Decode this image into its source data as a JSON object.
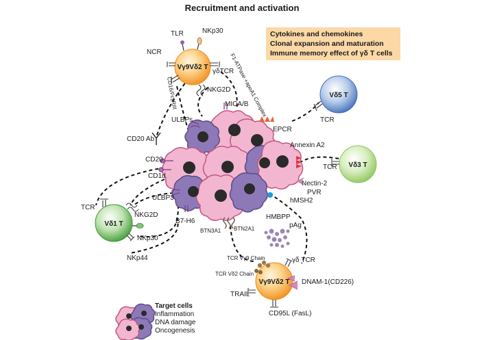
{
  "title": "Recruitment and activation",
  "infobox": {
    "lines": [
      "Cytokines and chemokines",
      "Clonal expansion and maturation",
      "Immune memory effect of γδ T cells"
    ],
    "color": "#fbd8a6"
  },
  "cells": {
    "vg9vd2_top": "Vγ9Vδ2 T",
    "vd5": "Vδ5 T",
    "vd3": "Vδ3 T",
    "vd1": "Vδ1 T",
    "vg9vd2_bottom": "Vγ9Vδ2 T"
  },
  "labels": {
    "tlr": "TLR",
    "nkp30_top": "NKp30",
    "ncr": "NCR",
    "gd_tcr_top": "γδTCR",
    "f1_atpase": "F1-ATPase +apoA1 Complex",
    "cd16": "CD16/FcγRIII",
    "nkg2d_top": "NKG2D",
    "mica_b": "MICA/B",
    "ulbps": "ULBPs",
    "epcr": "EPCR",
    "tcr_vd5": "TCR",
    "cd20_ab": "CD20 Ab",
    "annexin_a2": "Annexin A2",
    "tcr_vd3": "TCR",
    "cd20": "CD20",
    "cd1d": "CD1d",
    "nectin2": "Nectin-2",
    "pvr": "PVR",
    "hmsh2": "hMSH2",
    "tcr_vd1": "TCR",
    "ulbp3": "ULBP3",
    "nkg2d_vd1": "NKG2D",
    "b7h6": "B7-H6",
    "nkp30_vd1": "NKp30",
    "nkp44": "NKp44",
    "btn3a1": "BTN3A1",
    "btn2a1": "BTN2A1",
    "hmbpp": "HMBPP",
    "pag": "pAg",
    "tcr_vg9_chain": "TCR Vγ9 Chain",
    "tcr_vd2_chain": "TCR Vδ2 Chain",
    "gd_tcr_bottom": "γδ TCR",
    "dnam1": "DNAM-1(CD226)",
    "trail": "TRAIL",
    "cd95l": "CD95L (FasL)"
  },
  "legend": {
    "title": "Target cells",
    "items": [
      "Inflammation",
      "DNA damage",
      "Oncogenesis"
    ]
  },
  "colors": {
    "tumor_pink": "#e48fb6",
    "tumor_purple": "#8e79b8",
    "vg9vd2": "#f6a13a",
    "vd5": "#4f7fc3",
    "vd3": "#a6d37a",
    "vd1": "#5fb34c",
    "annexin": "#e0333a",
    "epcr": "#e8613a",
    "hmbpp_dot": "#1f9bd6",
    "pag_dots": "#9b86b5"
  },
  "icons": [
    "t-cell-icon",
    "tumor-cell-icon",
    "receptor-icon",
    "antibody-icon",
    "ligand-icon",
    "phosphoantigen-icon"
  ]
}
